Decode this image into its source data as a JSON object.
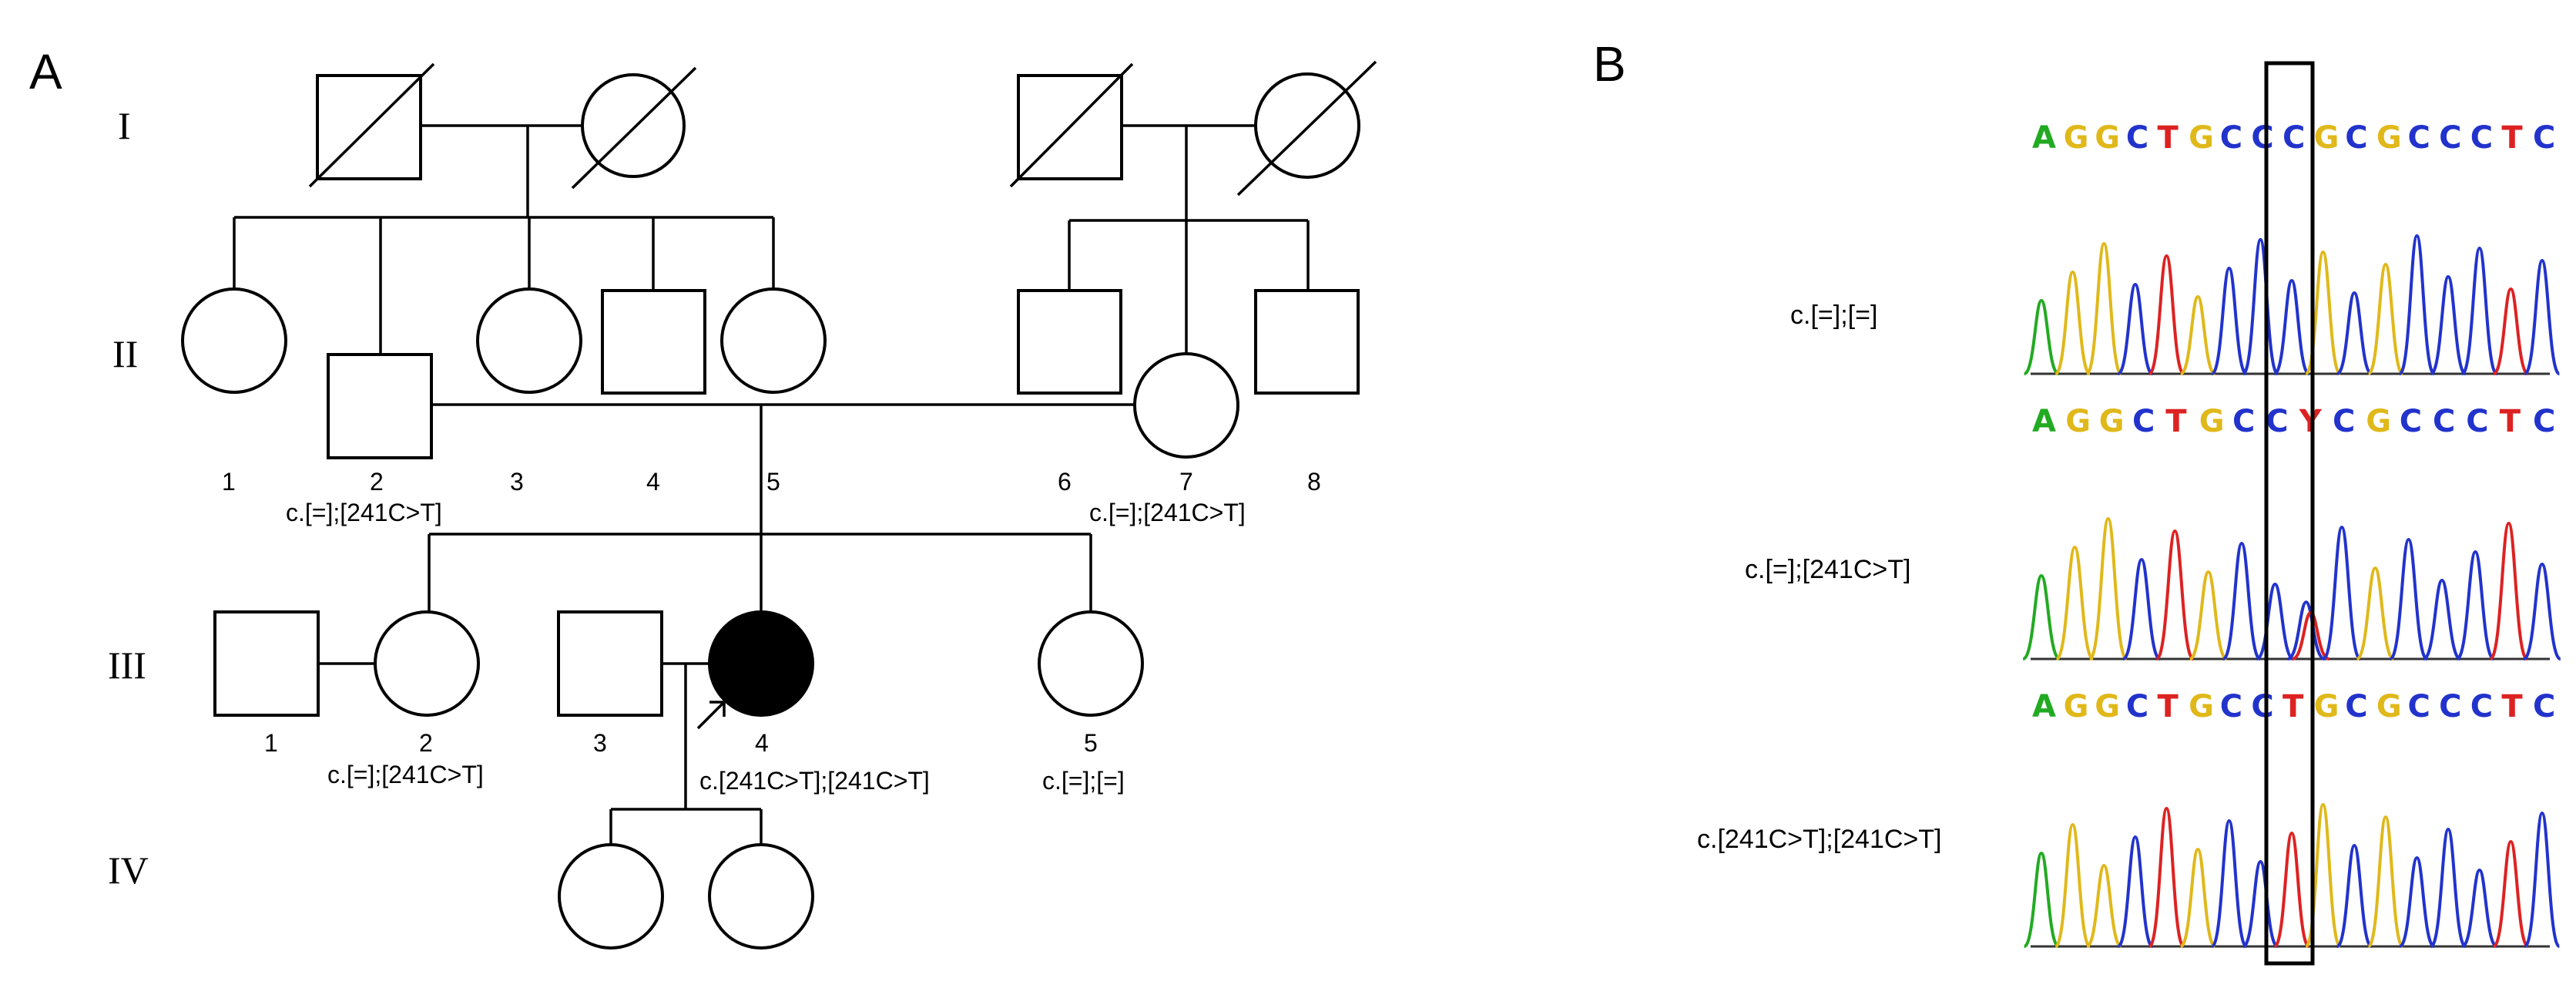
{
  "panel_a": {
    "letter": "A",
    "generations": [
      "I",
      "II",
      "III",
      "IV"
    ],
    "gen2_numbers": [
      "1",
      "2",
      "3",
      "4",
      "5",
      "6",
      "7",
      "8"
    ],
    "gen3_numbers": [
      "1",
      "2",
      "3",
      "4",
      "5"
    ],
    "genotypes": {
      "ii2": "c.[=];[241C>T]",
      "ii7": "c.[=];[241C>T]",
      "iii2": "c.[=];[241C>T]",
      "iii4": "c.[241C>T];[241C>T]",
      "iii5": "c.[=];[=]"
    }
  },
  "panel_b": {
    "letter": "B",
    "rows": [
      {
        "genotype": "c.[=];[=]",
        "bases": [
          "A",
          "G",
          "G",
          "C",
          "T",
          "G",
          "C",
          "C",
          "C",
          "G",
          "C",
          "G",
          "C",
          "C",
          "C",
          "T",
          "C"
        ]
      },
      {
        "genotype": "c.[=];[241C>T]",
        "bases": [
          "A",
          "G",
          "G",
          "C",
          "T",
          "G",
          "C",
          "C",
          "Y",
          "C",
          "G",
          "C",
          "C",
          "C",
          "T",
          "C"
        ]
      },
      {
        "genotype": "c.[241C>T];[241C>T]",
        "bases": [
          "A",
          "G",
          "G",
          "C",
          "T",
          "G",
          "C",
          "C",
          "T",
          "G",
          "C",
          "G",
          "C",
          "C",
          "C",
          "T",
          "C"
        ]
      }
    ],
    "base_colors": {
      "A": "#22aa22",
      "C": "#2233cc",
      "G": "#e0b81a",
      "T": "#dd2222",
      "Y": "#dd2222"
    }
  }
}
